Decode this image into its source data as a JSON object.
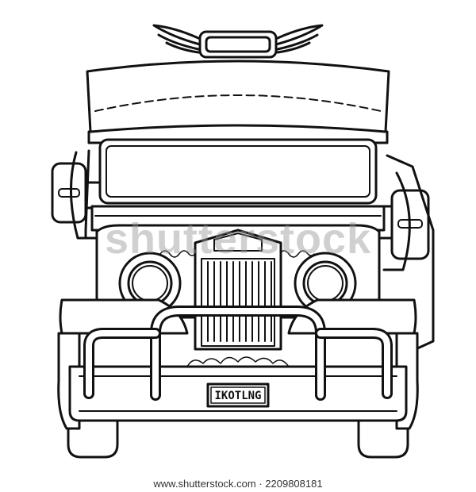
{
  "image": {
    "subject": "jeepney-front-outline",
    "plate_text": "IKOTLNG",
    "watermark": "shutterstock",
    "footer_text": "www.shutterstock.com · 2209808181",
    "line_color": "#111111",
    "background": "#ffffff"
  }
}
